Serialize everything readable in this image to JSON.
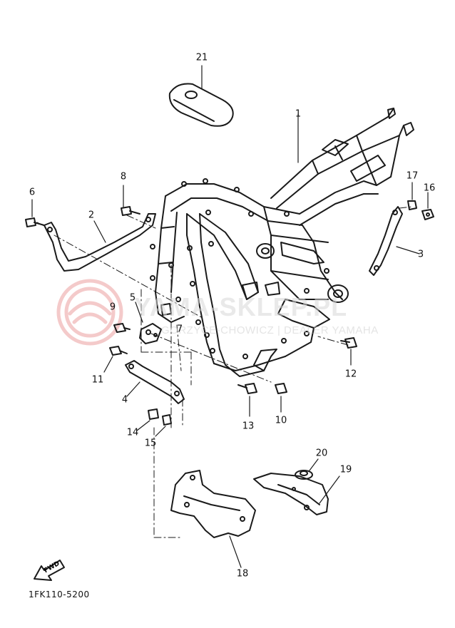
{
  "parts": [
    {
      "id": "p1",
      "label": "1"
    },
    {
      "id": "p2",
      "label": "2"
    },
    {
      "id": "p3",
      "label": "3"
    },
    {
      "id": "p4",
      "label": "4"
    },
    {
      "id": "p5",
      "label": "5"
    },
    {
      "id": "p6",
      "label": "6"
    },
    {
      "id": "p7",
      "label": "7"
    },
    {
      "id": "p8",
      "label": "8"
    },
    {
      "id": "p9",
      "label": "9"
    },
    {
      "id": "p10",
      "label": "10"
    },
    {
      "id": "p11",
      "label": "11"
    },
    {
      "id": "p12",
      "label": "12"
    },
    {
      "id": "p13",
      "label": "13"
    },
    {
      "id": "p14",
      "label": "14"
    },
    {
      "id": "p15",
      "label": "15"
    },
    {
      "id": "p16",
      "label": "16"
    },
    {
      "id": "p17",
      "label": "17"
    },
    {
      "id": "p18",
      "label": "18"
    },
    {
      "id": "p19",
      "label": "19"
    },
    {
      "id": "p20",
      "label": "20"
    },
    {
      "id": "p21",
      "label": "21"
    }
  ],
  "diagram_code": "1FK110-5200",
  "fwd_label": "FWD",
  "watermark": {
    "text": "YAMA-SKLEP.PL",
    "subtext": "GORZYCE-CHOWICZ | DEALER YAMAHA",
    "color": "#e07070"
  }
}
